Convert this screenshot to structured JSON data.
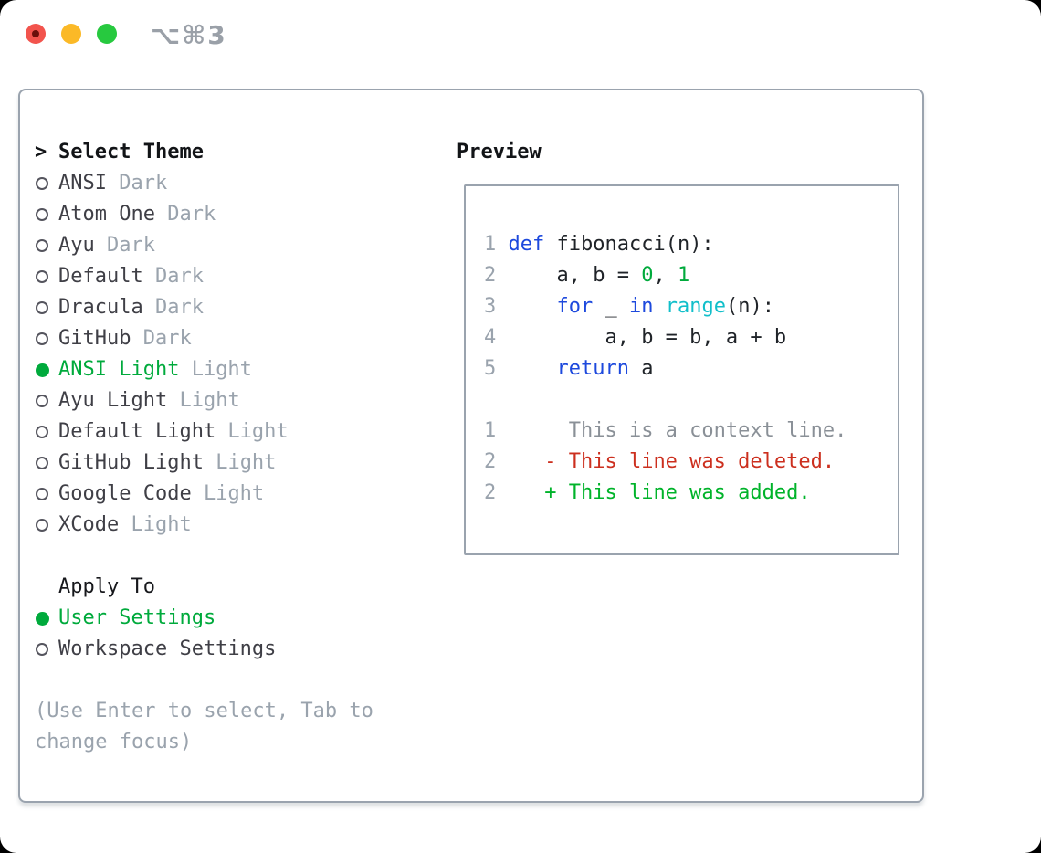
{
  "window": {
    "shortcut_label": "⌥⌘3",
    "traffic_lights": {
      "close": "#f2544d",
      "minimize": "#fbb927",
      "zoom": "#27c93f"
    }
  },
  "colors": {
    "border": "#9aa3ae",
    "green": "#00aa3c",
    "muted": "#9aa3ad",
    "item": "#3f3f46",
    "heading": "#121417"
  },
  "theme_panel": {
    "header_prefix": ">",
    "header": "Select Theme",
    "items": [
      {
        "name": "ANSI",
        "variant": "Dark",
        "selected": false
      },
      {
        "name": "Atom One",
        "variant": "Dark",
        "selected": false
      },
      {
        "name": "Ayu",
        "variant": "Dark",
        "selected": false
      },
      {
        "name": "Default",
        "variant": "Dark",
        "selected": false
      },
      {
        "name": "Dracula",
        "variant": "Dark",
        "selected": false
      },
      {
        "name": "GitHub",
        "variant": "Dark",
        "selected": false
      },
      {
        "name": "ANSI Light",
        "variant": "Light",
        "selected": true
      },
      {
        "name": "Ayu Light",
        "variant": "Light",
        "selected": false
      },
      {
        "name": "Default Light",
        "variant": "Light",
        "selected": false
      },
      {
        "name": "GitHub Light",
        "variant": "Light",
        "selected": false
      },
      {
        "name": "Google Code",
        "variant": "Light",
        "selected": false
      },
      {
        "name": "XCode",
        "variant": "Light",
        "selected": false
      }
    ]
  },
  "apply_to": {
    "header": "Apply To",
    "options": [
      {
        "label": "User Settings",
        "selected": true
      },
      {
        "label": "Workspace Settings",
        "selected": false
      }
    ]
  },
  "help_text": {
    "line1": "(Use Enter to select, Tab to",
    "line2": "change focus)"
  },
  "preview": {
    "header": "Preview",
    "palette": {
      "fg": "#1f2328",
      "kw": "#1d49dd",
      "bi": "#12bfca",
      "lit": "#00aa3c",
      "ln": "#9aa3ad",
      "ctx": "#8a9097",
      "del": "#cc2f1e",
      "add": "#00b32a"
    },
    "lines": [
      {
        "tokens": [
          {
            "t": "1 ",
            "c": "ln"
          },
          {
            "t": "def",
            "c": "kw"
          },
          {
            "t": " fibonacci(n):",
            "c": "fg"
          }
        ]
      },
      {
        "tokens": [
          {
            "t": "2 ",
            "c": "ln"
          },
          {
            "t": "    a, b = ",
            "c": "fg"
          },
          {
            "t": "0",
            "c": "lit"
          },
          {
            "t": ", ",
            "c": "fg"
          },
          {
            "t": "1",
            "c": "lit"
          }
        ]
      },
      {
        "tokens": [
          {
            "t": "3 ",
            "c": "ln"
          },
          {
            "t": "    ",
            "c": "fg"
          },
          {
            "t": "for",
            "c": "kw"
          },
          {
            "t": " _ ",
            "c": "fg"
          },
          {
            "t": "in",
            "c": "kw"
          },
          {
            "t": " ",
            "c": "fg"
          },
          {
            "t": "range",
            "c": "bi"
          },
          {
            "t": "(n):",
            "c": "fg"
          }
        ]
      },
      {
        "tokens": [
          {
            "t": "4 ",
            "c": "ln"
          },
          {
            "t": "        a, b = b, a + b",
            "c": "fg"
          }
        ]
      },
      {
        "tokens": [
          {
            "t": "5 ",
            "c": "ln"
          },
          {
            "t": "    ",
            "c": "fg"
          },
          {
            "t": "return",
            "c": "kw"
          },
          {
            "t": " a",
            "c": "fg"
          }
        ]
      },
      {
        "tokens": []
      },
      {
        "tokens": [
          {
            "t": "1 ",
            "c": "ln"
          },
          {
            "t": "     This is a context line.",
            "c": "ctx"
          }
        ]
      },
      {
        "tokens": [
          {
            "t": "2 ",
            "c": "ln"
          },
          {
            "t": "   - This line was deleted.",
            "c": "del"
          }
        ]
      },
      {
        "tokens": [
          {
            "t": "2 ",
            "c": "ln"
          },
          {
            "t": "   + This line was added.",
            "c": "add"
          }
        ]
      }
    ]
  }
}
